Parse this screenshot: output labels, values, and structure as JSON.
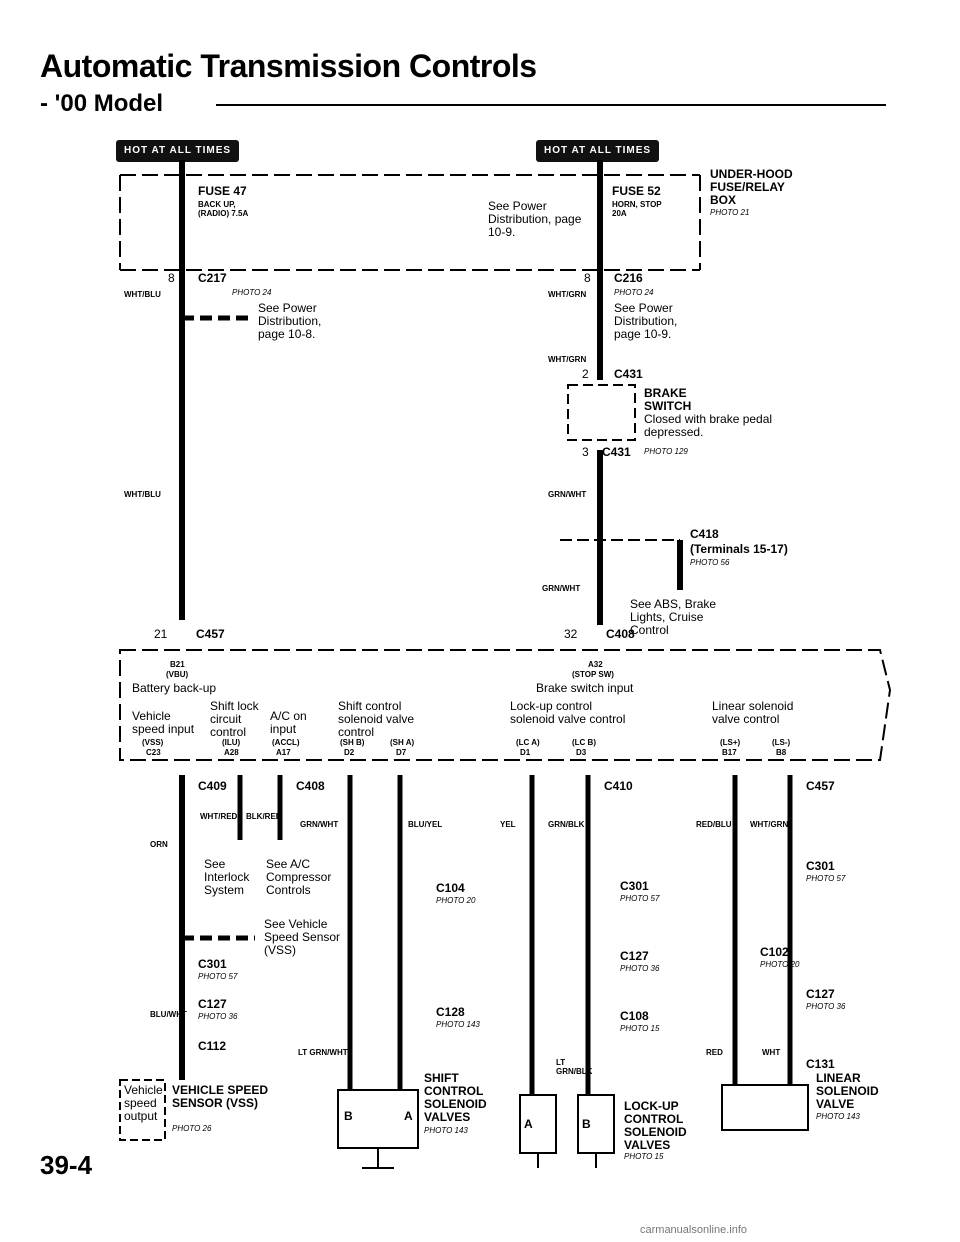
{
  "header": {
    "title": "Automatic Transmission Controls",
    "subtitle": "- '00 Model",
    "hot_badge_left": "HOT AT ALL TIMES",
    "hot_badge_right": "HOT AT ALL TIMES"
  },
  "fusebox": {
    "name_l1": "UNDER-HOOD",
    "name_l2": "FUSE/RELAY",
    "name_l3": "BOX",
    "photo": "PHOTO 21",
    "fuse47": "FUSE 47",
    "fuse47_desc": "BACK UP, (RADIO) 7.5A",
    "fuse52": "FUSE 52",
    "fuse52_desc": "HORN, STOP 20A",
    "see_power": "See Power Distribution, page 10-9."
  },
  "connectors_top": {
    "c217": "C217",
    "c217_photo": "PHOTO 24",
    "c216": "C216",
    "c216_photo": "PHOTO 24"
  },
  "left_branch": {
    "wire1": "WHT/BLU",
    "wire2": "WHT/BLU",
    "see_power": "See Power Distribution, page 10-8.",
    "c457": "C457",
    "pin_8": "8",
    "pin_21": "21"
  },
  "right_branch": {
    "wire1": "WHT/GRN",
    "see_power": "See Power Distribution, page 10-9.",
    "wire2": "WHT/GRN",
    "c431_top": "C431",
    "c431_bot": "C431",
    "c431_photo": "PHOTO 129",
    "brake_switch_l1": "BRAKE",
    "brake_switch_l2": "SWITCH",
    "brake_desc": "Closed with brake pedal depressed.",
    "wire3": "GRN/WHT",
    "c418": "C418",
    "c418_terms": "(Terminals 15-17)",
    "c418_photo": "PHOTO 56",
    "wire4": "GRN/WHT",
    "see_abs": "See ABS, Brake Lights, Cruise Control",
    "c408": "C408",
    "pin_2": "2",
    "pin_3": "3",
    "pin_32": "32",
    "pin_8": "8"
  },
  "pcm": {
    "b21": "B21",
    "vbu": "(VBU)",
    "battery": "Battery back-up",
    "a32": "A32",
    "stop_sw": "(STOP SW)",
    "brake_input": "Brake switch input",
    "vehicle_speed": "Vehicle speed input",
    "vss": "(VSS)",
    "c23": "C23",
    "shift_lock": "Shift lock circuit control",
    "ilu": "(ILU)",
    "a28": "A28",
    "ac_on": "A/C on input",
    "accl": "(ACCL)",
    "a17": "A17",
    "shift_solenoid": "Shift control solenoid valve control",
    "sh_b": "(SH B)",
    "d2": "D2",
    "sh_a": "(SH A)",
    "d7": "D7",
    "lockup_solenoid": "Lock-up control solenoid valve control",
    "lc_a": "(LC A)",
    "d1": "D1",
    "lc_b": "(LC B)",
    "d3": "D3",
    "linear_solenoid": "Linear solenoid valve control",
    "ls_plus": "(LS+)",
    "b17": "B17",
    "ls_minus": "(LS-)",
    "b8": "B8"
  },
  "bottom": {
    "c409": "C409",
    "c408": "C408",
    "c410": "C410",
    "c457": "C457",
    "wht_red": "WHT/RED",
    "blk_red": "BLK/RED",
    "grn_wht": "GRN/WHT",
    "blu_yel": "BLU/YEL",
    "yel": "YEL",
    "grn_blk": "GRN/BLK",
    "red_blu": "RED/BLU",
    "wht_grn": "WHT/GRN",
    "orn": "ORN",
    "blu_wht": "BLU/WHT",
    "lt_grn_wht": "LT GRN/WHT",
    "lt_grn_blk": "LT GRN/BLK",
    "red": "RED",
    "wht": "WHT",
    "see_interlock": "See Interlock System",
    "see_ac": "See A/C Compressor Controls",
    "see_vss": "See Vehicle Speed Sensor (VSS)",
    "c104": "C104",
    "c104_photo": "PHOTO 20",
    "c128": "C128",
    "c128_photo": "PHOTO 143",
    "c301": "C301",
    "c301_photo": "PHOTO 57",
    "c127": "C127",
    "c127_photo": "PHOTO 36",
    "c108": "C108",
    "c108_photo": "PHOTO 15",
    "c102": "C102",
    "c102_photo": "PHOTO 20",
    "c131": "C131",
    "c112": "C112",
    "vss_box": "Vehicle speed output",
    "vss_label": "VEHICLE SPEED SENSOR (VSS)",
    "vss_photo": "PHOTO 26",
    "shift_valves": "SHIFT CONTROL SOLENOID VALVES",
    "shift_photo": "PHOTO 143",
    "lockup_valves": "LOCK-UP CONTROL SOLENOID VALVES",
    "lockup_photo": "PHOTO 15",
    "linear_valve": "LINEAR SOLENOID VALVE",
    "linear_photo": "PHOTO 143",
    "a": "A",
    "b": "B"
  },
  "footer": {
    "page": "39-4",
    "watermark": "carmanualsonline.info"
  }
}
